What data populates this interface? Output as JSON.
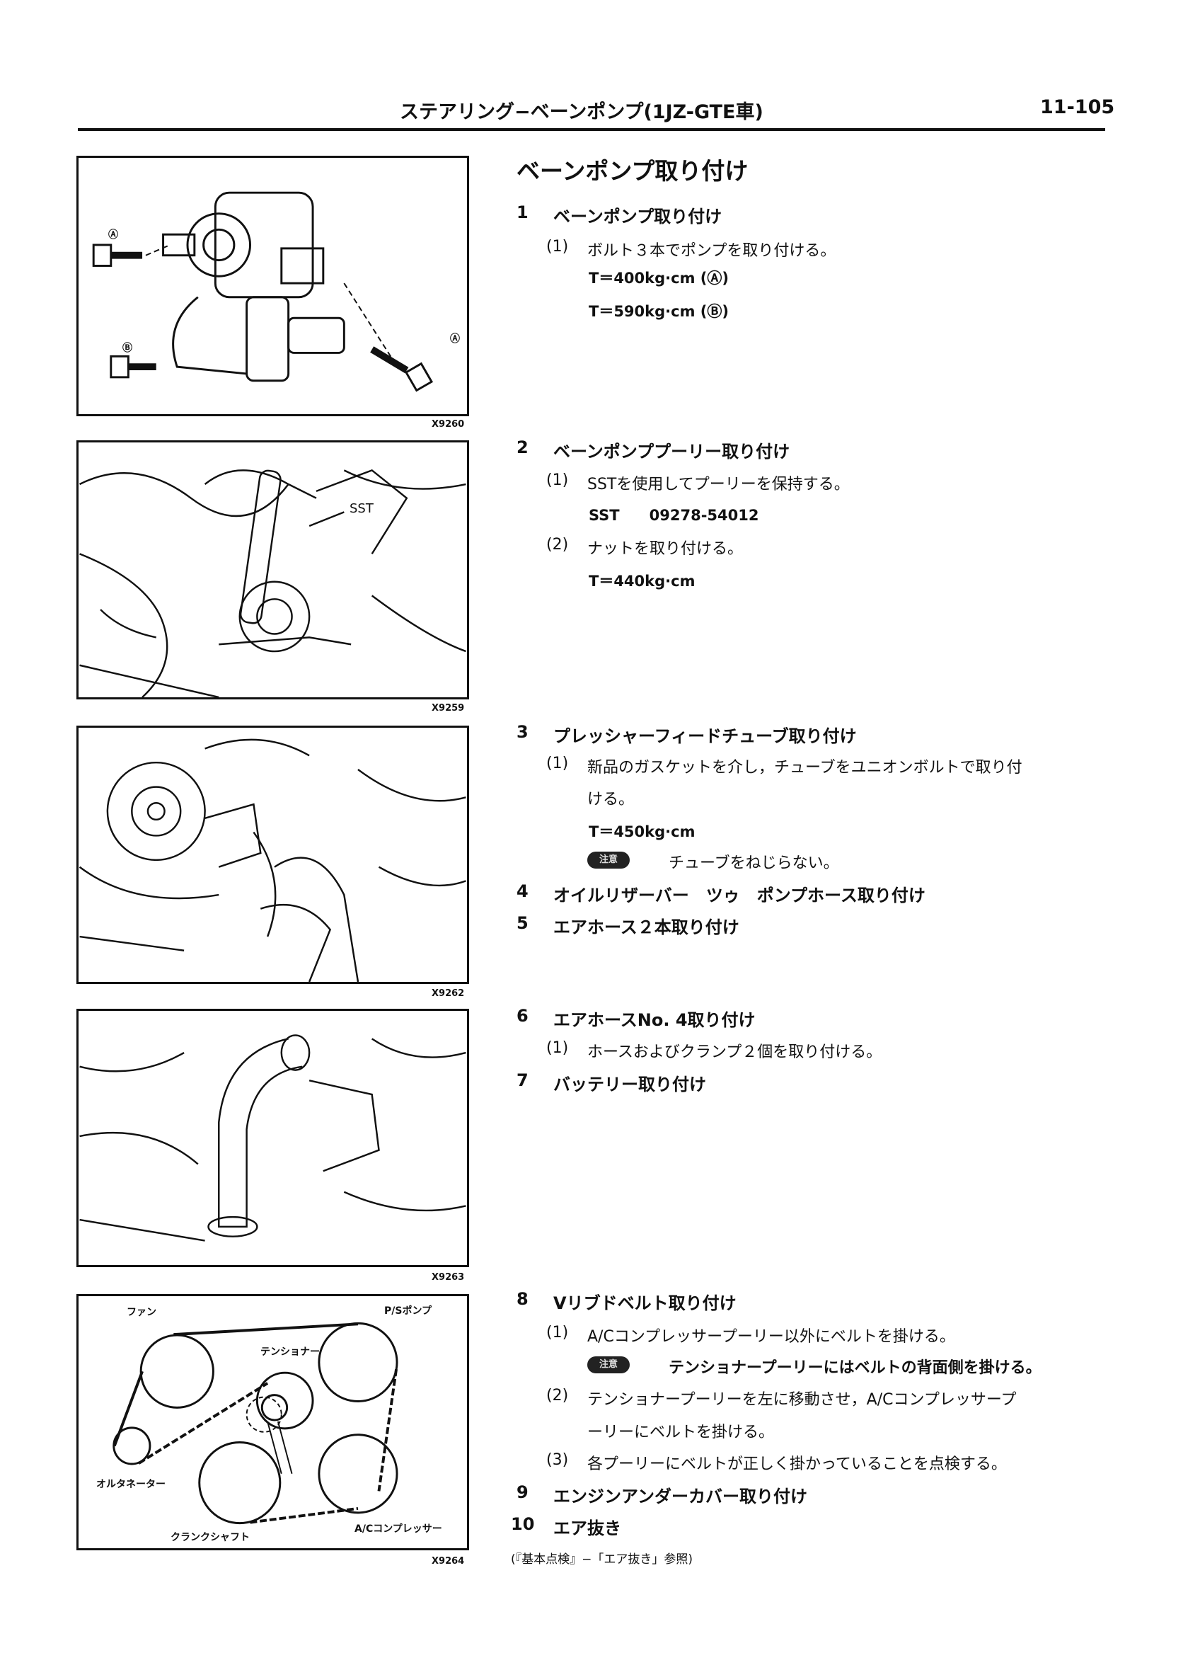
{
  "header": {
    "section": "ステアリング−ベーンポンプ(1JZ-GTE車)",
    "page": "11-105"
  },
  "title": "ベーンポンプ取り付け",
  "figures": [
    {
      "code": "X9260",
      "labels": [
        "Ⓐ",
        "Ⓑ",
        "Ⓐ"
      ]
    },
    {
      "code": "X9259",
      "labels": [
        "SST"
      ]
    },
    {
      "code": "X9262"
    },
    {
      "code": "X9263"
    },
    {
      "code": "X9264",
      "labels": [
        "ファン",
        "P/Sポンプ",
        "テンショナー",
        "オルタネーター",
        "クランクシャフト",
        "A/Cコンプレッサー"
      ]
    }
  ],
  "steps": [
    {
      "num": "1",
      "heading": "ベーンポンプ取り付け",
      "sub1": "(1)",
      "sub1_text": "ボルト３本でポンプを取り付ける。",
      "torque_a": "T＝400kg·cm (Ⓐ)",
      "torque_b": "T＝590kg·cm (Ⓑ)"
    },
    {
      "num": "2",
      "heading": "ベーンポンププーリー取り付け",
      "sub1": "(1)",
      "sub1_text": "SSTを使用してプーリーを保持する。",
      "sst": "SST　　09278-54012",
      "sub2": "(2)",
      "sub2_text": "ナットを取り付ける。",
      "torque": "T＝440kg·cm"
    },
    {
      "num": "3",
      "heading": "プレッシャーフィードチューブ取り付け",
      "sub1": "(1)",
      "sub1_text": "新品のガスケットを介し，チューブをユニオンボルトで取り付",
      "sub1_cont": "ける。",
      "torque": "T＝450kg·cm",
      "caution_label": "注意",
      "caution_text": "チューブをねじらない。"
    },
    {
      "num": "4",
      "heading": "オイルリザーバー　ツゥ　ポンプホース取り付け"
    },
    {
      "num": "5",
      "heading": "エアホース２本取り付け"
    },
    {
      "num": "6",
      "heading": "エアホースNo. 4取り付け",
      "sub1": "(1)",
      "sub1_text": "ホースおよびクランプ２個を取り付ける。"
    },
    {
      "num": "7",
      "heading": "バッテリー取り付け"
    },
    {
      "num": "8",
      "heading": "Vリブドベルト取り付け",
      "sub1": "(1)",
      "sub1_text": "A/Cコンプレッサープーリー以外にベルトを掛ける。",
      "caution_label": "注意",
      "caution_text": "テンショナープーリーにはベルトの背面側を掛ける。",
      "sub2": "(2)",
      "sub2_text": "テンショナープーリーを左に移動させ，A/Cコンプレッサープ",
      "sub2_cont": "ーリーにベルトを掛ける。",
      "sub3": "(3)",
      "sub3_text": "各プーリーにベルトが正しく掛かっていることを点検する。"
    },
    {
      "num": "9",
      "heading": "エンジンアンダーカバー取り付け"
    },
    {
      "num": "10",
      "heading": "エア抜き",
      "reference": "(『基本点検』−「エア抜き」参照)"
    }
  ]
}
